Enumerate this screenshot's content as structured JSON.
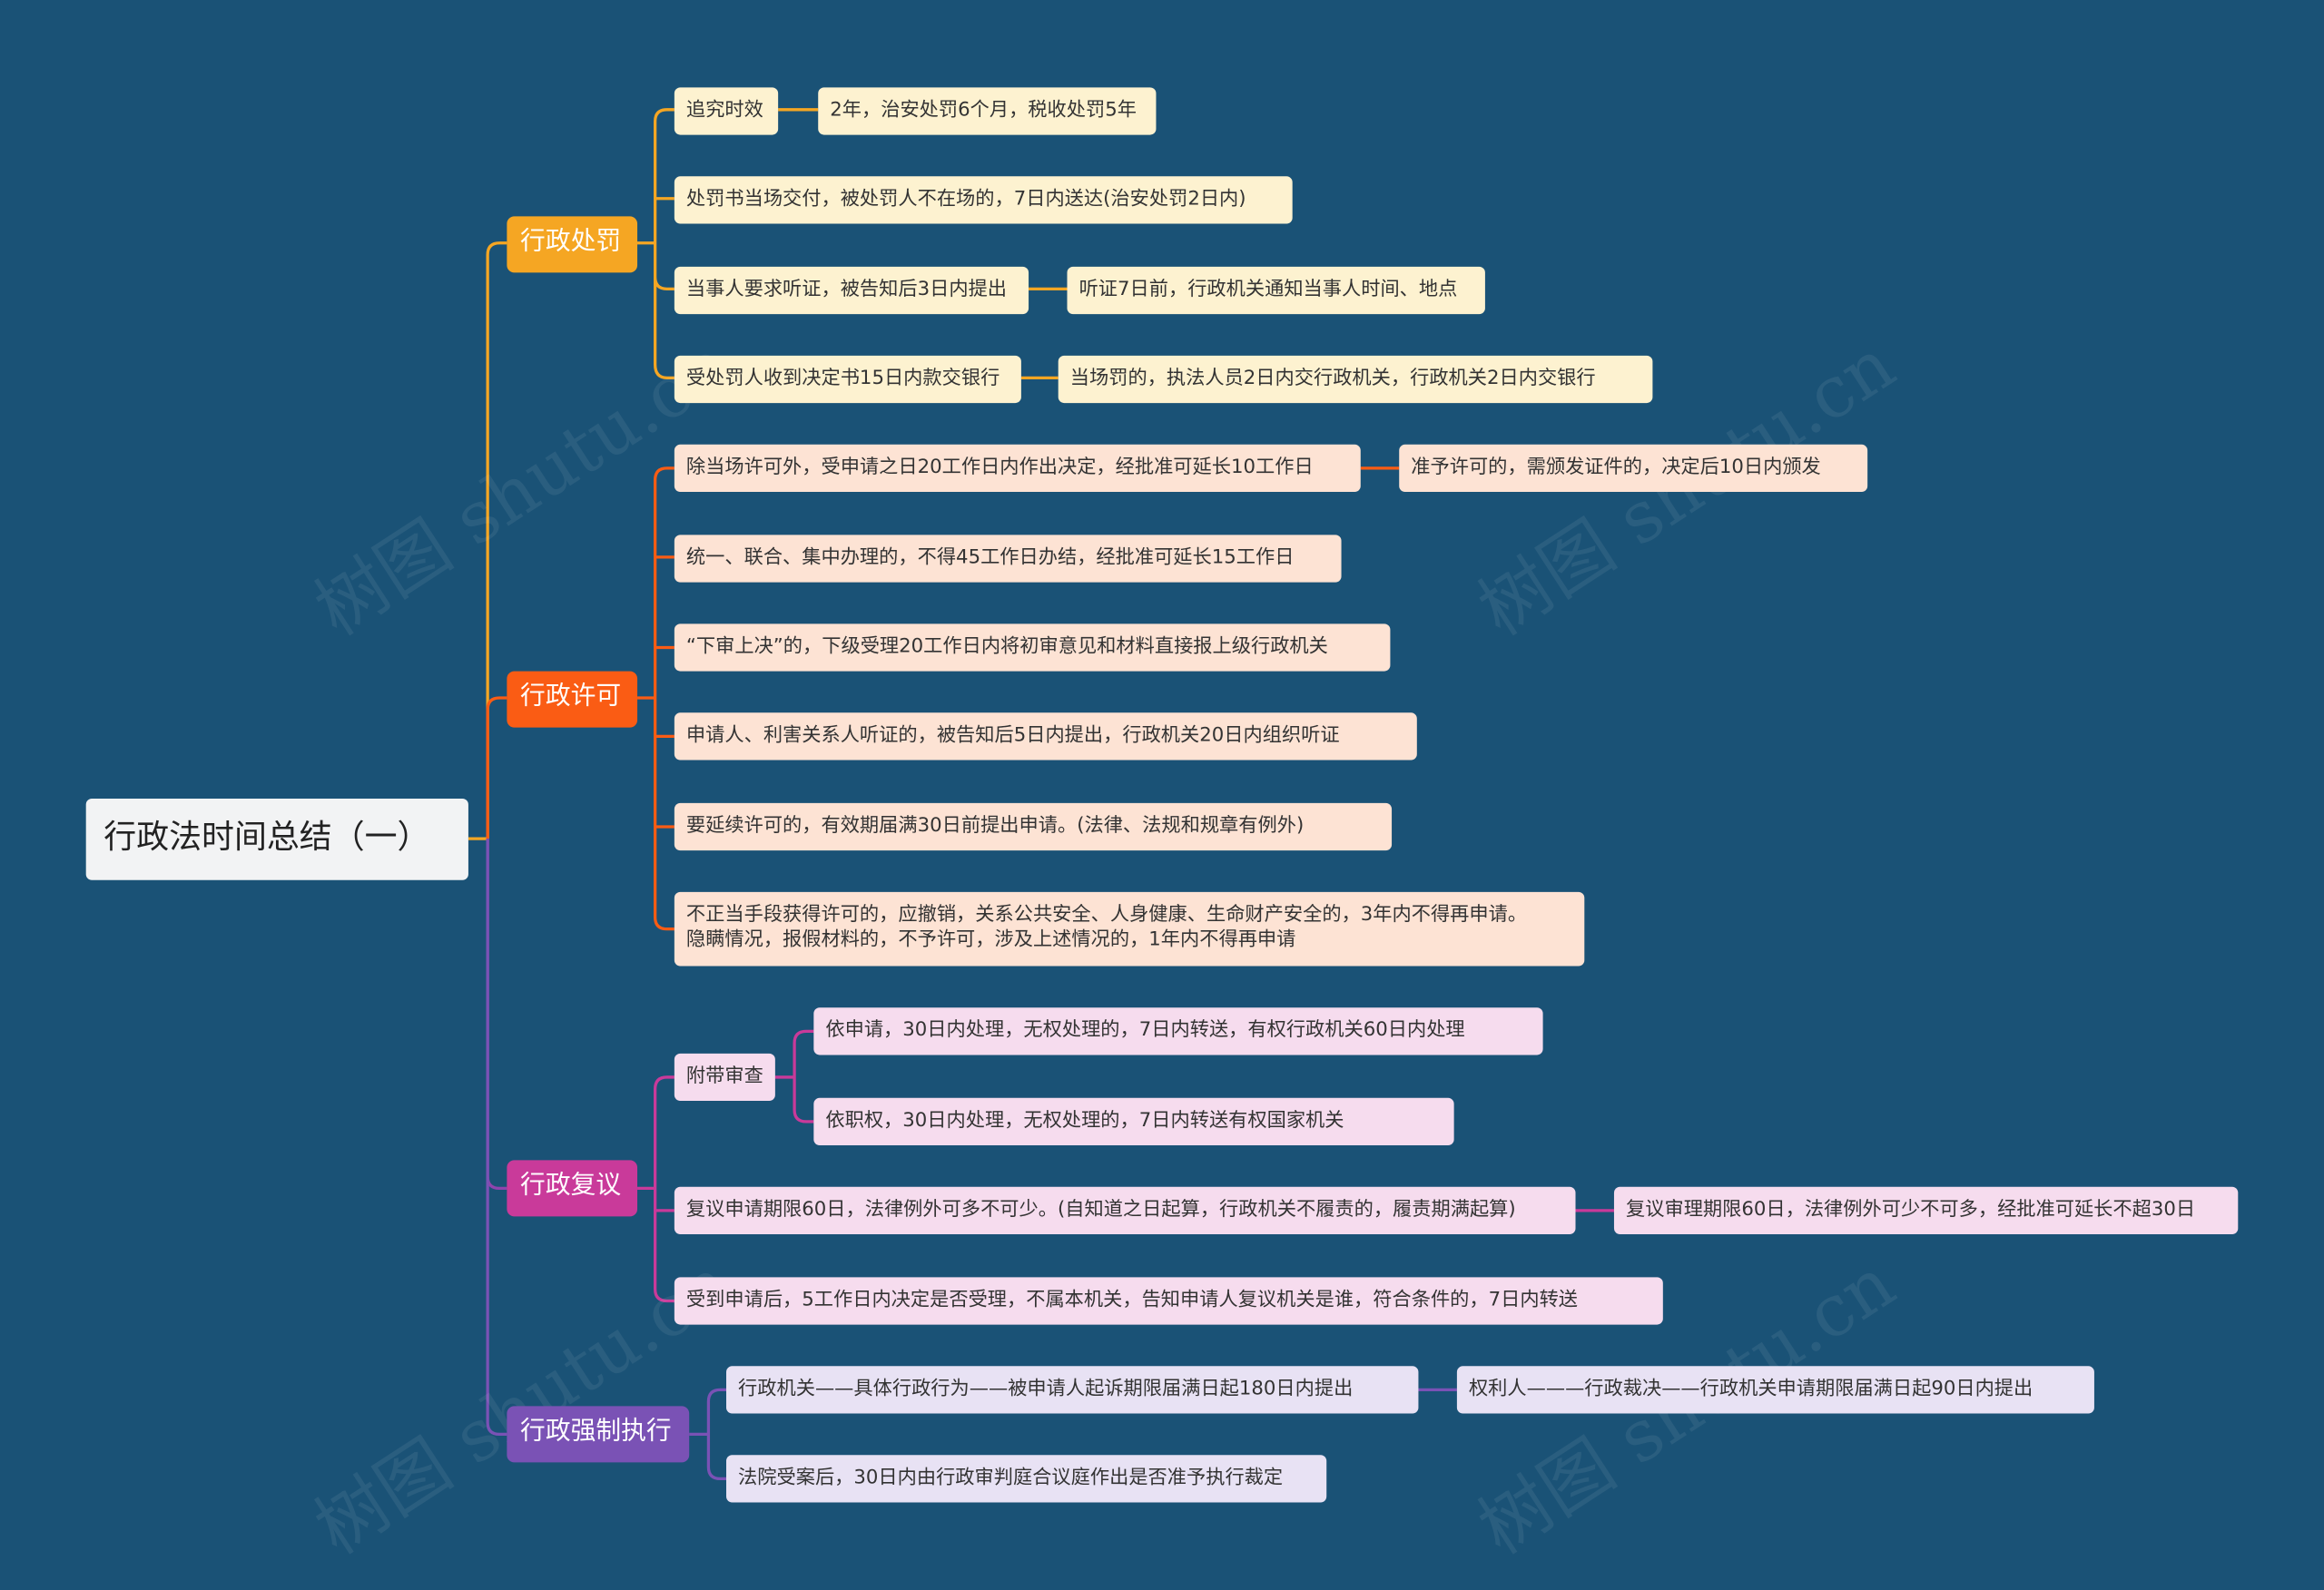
{
  "title": "行政法时间总结（一）",
  "branches": [
    {
      "label": "行政处罚",
      "items": [
        {
          "text": "追究时效",
          "child": "2年，治安处罚6个月，税收处罚5年"
        },
        {
          "text": "处罚书当场交付，被处罚人不在场的，7日内送达(治安处罚2日内)"
        },
        {
          "text": "当事人要求听证，被告知后3日内提出",
          "child": "听证7日前，行政机关通知当事人时间、地点"
        },
        {
          "text": "受处罚人收到决定书15日内款交银行",
          "child": "当场罚的，执法人员2日内交行政机关，行政机关2日内交银行"
        }
      ]
    },
    {
      "label": "行政许可",
      "items": [
        {
          "text": "除当场许可外，受申请之日20工作日内作出决定，经批准可延长10工作日",
          "child": "准予许可的，需颁发证件的，决定后10日内颁发"
        },
        {
          "text": "统一、联合、集中办理的，不得45工作日办结，经批准可延长15工作日"
        },
        {
          "text": "“下审上决”的，下级受理20工作日内将初审意见和材料直接报上级行政机关"
        },
        {
          "text": "申请人、利害关系人听证的，被告知后5日内提出，行政机关20日内组织听证"
        },
        {
          "text": "要延续许可的，有效期届满30日前提出申请。(法律、法规和规章有例外)"
        },
        {
          "text": "不正当手段获得许可的，应撤销，关系公共安全、人身健康、生命财产安全的，3年内不得再申请。",
          "text2": "隐瞒情况，报假材料的，不予许可，涉及上述情况的，1年内不得再申请"
        }
      ]
    },
    {
      "label": "行政复议",
      "items": [
        {
          "text": "附带审查",
          "children": [
            "依申请，30日内处理，无权处理的，7日内转送，有权行政机关60日内处理",
            "依职权，30日内处理，无权处理的，7日内转送有权国家机关"
          ]
        },
        {
          "text": "复议申请期限60日，法律例外可多不可少。(自知道之日起算，行政机关不履责的，履责期满起算)",
          "child": "复议审理期限60日，法律例外可少不可多，经批准可延长不超30日"
        },
        {
          "text": "受到申请后，5工作日内决定是否受理，不属本机关，告知申请人复议机关是谁，符合条件的，7日内转送"
        }
      ]
    },
    {
      "label": "行政强制执行",
      "items": [
        {
          "text": "行政机关——具体行政行为——被申请人起诉期限届满日起180日内提出",
          "child": "权利人———行政裁决——行政机关申请期限届满日起90日内提出"
        },
        {
          "text": "法院受案后，30日内由行政审判庭合议庭作出是否准予执行裁定"
        }
      ]
    }
  ],
  "watermark": "树图 shutu.cn",
  "colors": {
    "background": "#1a5276",
    "punish": "#f5a623",
    "license": "#fa5c14",
    "review": "#c93a9a",
    "enforce": "#7a52b5"
  }
}
